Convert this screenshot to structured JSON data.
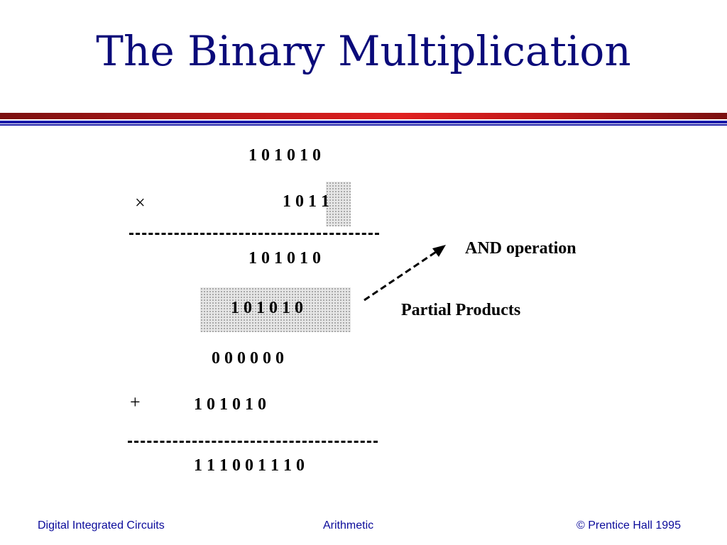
{
  "slide": {
    "title": "The Binary Multiplication"
  },
  "multiplication": {
    "multiplicand": "1 0 1 0 1 0",
    "times_symbol": "×",
    "multiplier": "1 0 1 1",
    "partial_products": [
      "1 0 1 0 1 0",
      "1 0 1 0 1 0",
      "0 0 0 0 0 0",
      "1 0 1 0 1 0"
    ],
    "plus_symbol": "+",
    "result": "1 1 1 0 0 1 1 1 0"
  },
  "annotations": {
    "and_operation": "AND operation",
    "partial_products": "Partial Products"
  },
  "footer": {
    "left": "Digital Integrated Circuits",
    "center": "Arithmetic",
    "right": "© Prentice Hall 1995"
  },
  "colors": {
    "title": "#0a0a7a",
    "footer": "#0a0a9a",
    "rule_red": "#c01818",
    "rule_blue": "#1a1aa8"
  }
}
